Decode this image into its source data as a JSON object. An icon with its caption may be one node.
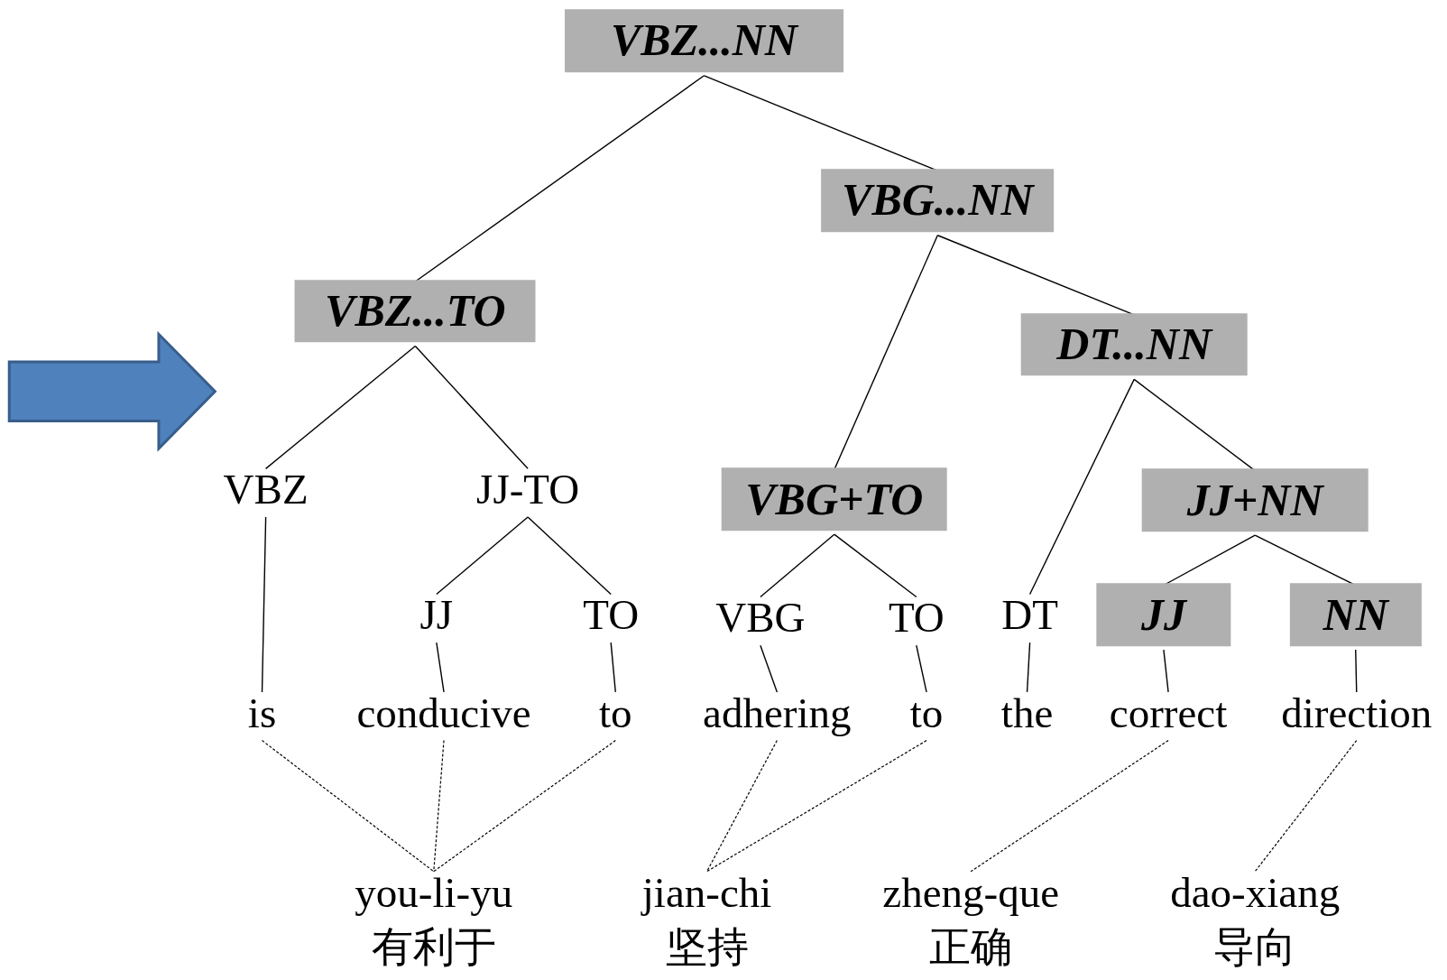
{
  "diagram": {
    "nodes": [
      {
        "text": [
          "VBZ...NN"
        ]
      },
      {
        "text": [
          "VBG...NN"
        ]
      },
      {
        "text": [
          "VBZ...TO"
        ]
      },
      {
        "text": [
          "DT...NN"
        ]
      },
      {
        "text": [
          "VBZ"
        ]
      },
      {
        "text": [
          "JJ-TO"
        ]
      },
      {
        "text": [
          "VBG+TO"
        ]
      },
      {
        "text": [
          "JJ+NN"
        ]
      },
      {
        "text": [
          "JJ"
        ]
      },
      {
        "text": [
          "TO"
        ]
      },
      {
        "text": [
          "VBG"
        ]
      },
      {
        "text": [
          "TO"
        ]
      },
      {
        "text": [
          "DT"
        ]
      },
      {
        "text": [
          "JJ"
        ]
      },
      {
        "text": [
          "NN"
        ]
      },
      {
        "text": [
          "is"
        ]
      },
      {
        "text": [
          "conducive"
        ]
      },
      {
        "text": [
          "to"
        ]
      },
      {
        "text": [
          "adhering"
        ]
      },
      {
        "text": [
          "to"
        ]
      },
      {
        "text": [
          "the"
        ]
      },
      {
        "text": [
          "correct"
        ]
      },
      {
        "text": [
          "direction"
        ]
      },
      {
        "text": [
          "you-li-yu",
          "有利于"
        ]
      },
      {
        "text": [
          "jian-chi",
          "坚持"
        ]
      },
      {
        "text": [
          "zheng-que",
          "正确"
        ]
      },
      {
        "text": [
          "dao-xiang",
          "导向"
        ]
      }
    ],
    "edges": [
      {
        "from": 0,
        "to": 2,
        "arrow": "none"
      },
      {
        "from": 0,
        "to": 1,
        "arrow": "none"
      },
      {
        "from": 1,
        "to": 6,
        "arrow": "none"
      },
      {
        "from": 1,
        "to": 3,
        "arrow": "none"
      },
      {
        "from": 2,
        "to": 4,
        "arrow": "none"
      },
      {
        "from": 2,
        "to": 5,
        "arrow": "none"
      },
      {
        "from": 3,
        "to": 12,
        "arrow": "none"
      },
      {
        "from": 3,
        "to": 7,
        "arrow": "none"
      },
      {
        "from": 5,
        "to": 8,
        "arrow": "none"
      },
      {
        "from": 5,
        "to": 9,
        "arrow": "none"
      },
      {
        "from": 6,
        "to": 10,
        "arrow": "none"
      },
      {
        "from": 6,
        "to": 11,
        "arrow": "none"
      },
      {
        "from": 7,
        "to": 13,
        "arrow": "none"
      },
      {
        "from": 7,
        "to": 14,
        "arrow": "none"
      },
      {
        "from": 4,
        "to": 15,
        "arrow": "none"
      },
      {
        "from": 8,
        "to": 16,
        "arrow": "none"
      },
      {
        "from": 9,
        "to": 17,
        "arrow": "none"
      },
      {
        "from": 10,
        "to": 18,
        "arrow": "none"
      },
      {
        "from": 11,
        "to": 19,
        "arrow": "none"
      },
      {
        "from": 12,
        "to": 20,
        "arrow": "none"
      },
      {
        "from": 13,
        "to": 21,
        "arrow": "none"
      },
      {
        "from": 14,
        "to": 22,
        "arrow": "none"
      },
      {
        "from": 15,
        "to": 23,
        "arrow": "none",
        "style": "dashed"
      },
      {
        "from": 16,
        "to": 23,
        "arrow": "none",
        "style": "dashed"
      },
      {
        "from": 17,
        "to": 23,
        "arrow": "none",
        "style": "dashed"
      },
      {
        "from": 18,
        "to": 24,
        "arrow": "none",
        "style": "dashed"
      },
      {
        "from": 19,
        "to": 24,
        "arrow": "none",
        "style": "dashed"
      },
      {
        "from": 21,
        "to": 25,
        "arrow": "none",
        "style": "dashed"
      },
      {
        "from": 22,
        "to": 26,
        "arrow": "none",
        "style": "dashed"
      }
    ]
  }
}
